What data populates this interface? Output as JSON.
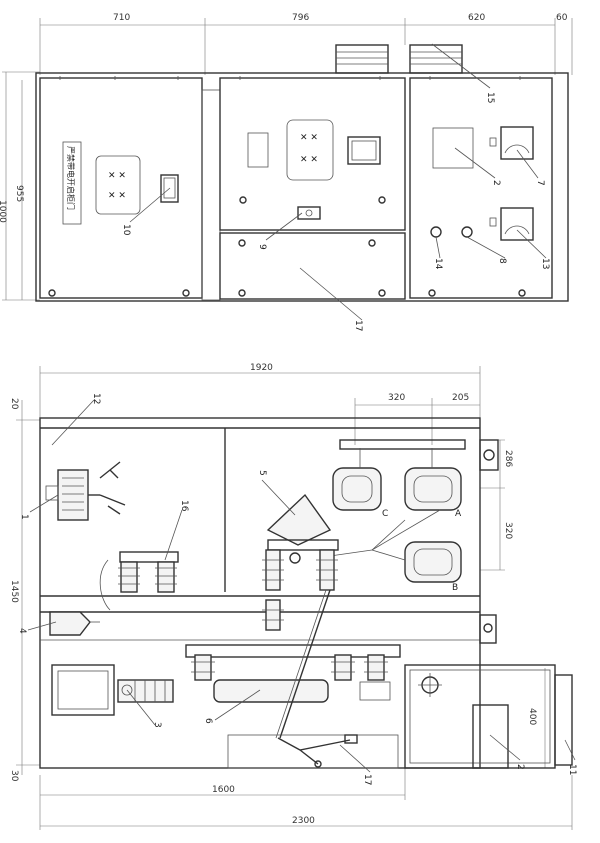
{
  "front_view": {
    "dims_top": [
      "710",
      "796",
      "620",
      "60"
    ],
    "dims_left": [
      "1000",
      "955"
    ],
    "panel_label": "严禁带电开启柜门",
    "callouts": [
      "15",
      "10",
      "9",
      "2",
      "7",
      "14",
      "8",
      "13",
      "17"
    ]
  },
  "side_view": {
    "dims_top": [
      "1920",
      "320",
      "205"
    ],
    "dims_left": [
      "20",
      "1450",
      "30"
    ],
    "dims_right": [
      "286",
      "320",
      "400"
    ],
    "dims_bottom": [
      "1600",
      "2300"
    ],
    "callouts": [
      "12",
      "1",
      "16",
      "5",
      "4",
      "3",
      "6",
      "17",
      "2",
      "11"
    ],
    "phase_labels": [
      "C",
      "A",
      "B"
    ]
  }
}
